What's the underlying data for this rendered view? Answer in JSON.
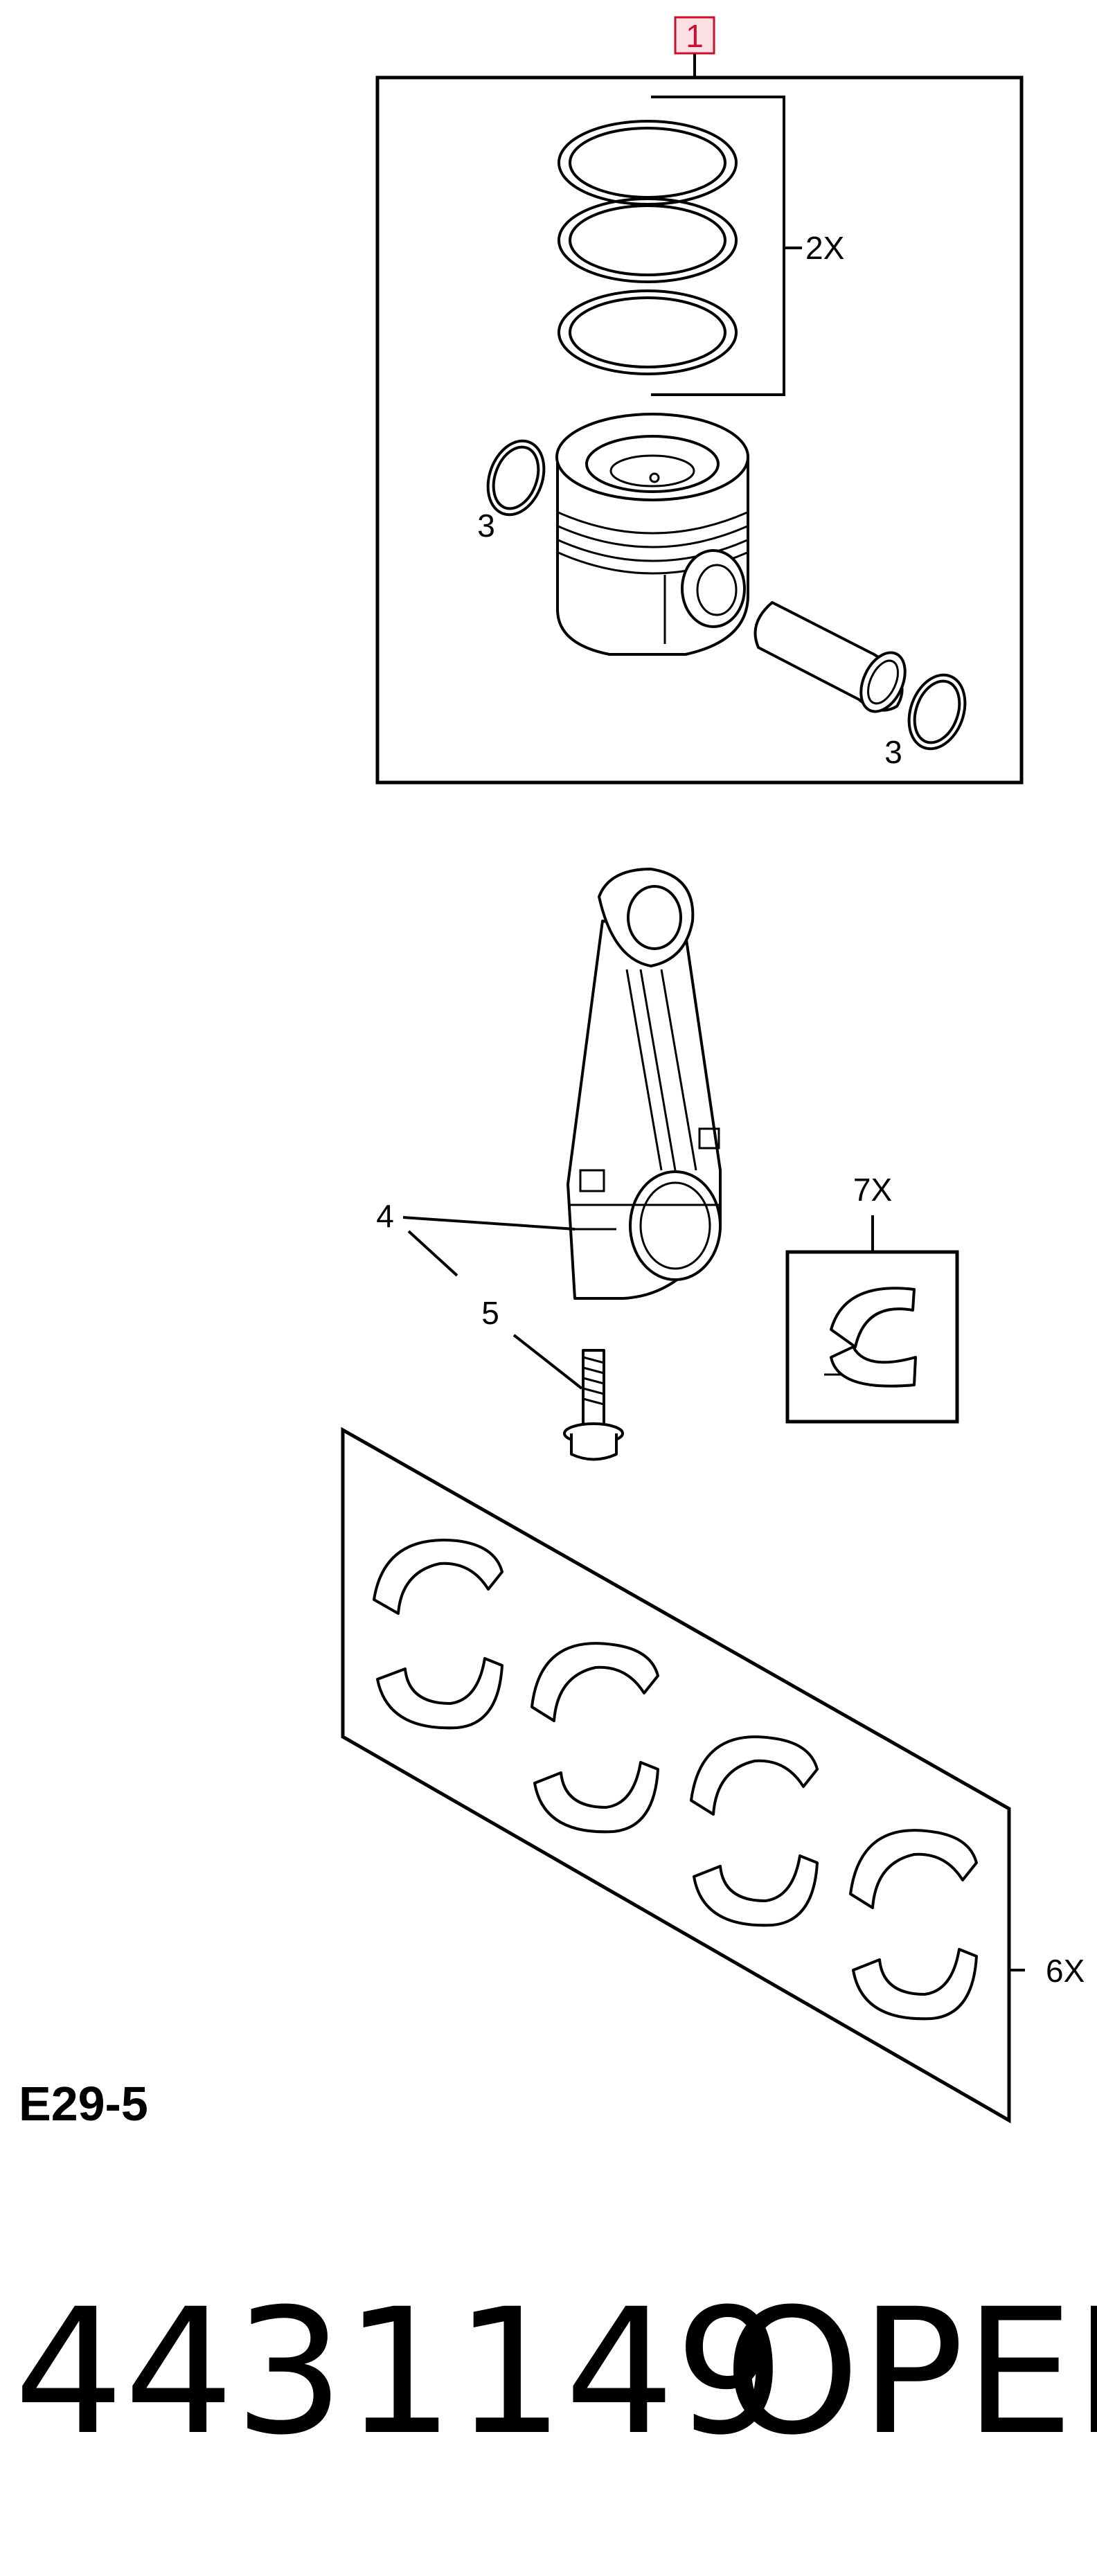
{
  "callouts": {
    "c1": "1",
    "c2x": "2X",
    "c3a": "3",
    "c3b": "3",
    "c4": "4",
    "c5": "5",
    "c7x": "7X",
    "c6x": "6X"
  },
  "diagram_ref": "E29-5",
  "footer": {
    "part_number": "4431149",
    "brand": "OPEL"
  },
  "colors": {
    "callout_highlight": "#c8102e",
    "callout_highlight_bg": "#fde0e3",
    "line": "#000000"
  }
}
